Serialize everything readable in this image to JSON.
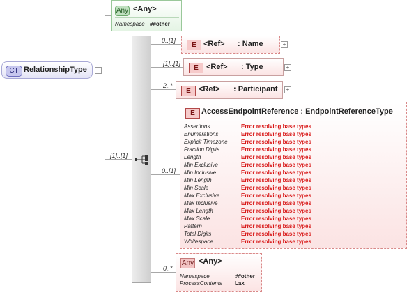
{
  "complex_type": {
    "badge": "CT",
    "name": "RelationshipType"
  },
  "any_top": {
    "badge": "Any",
    "title": "<Any>",
    "namespace_label": "Namespace",
    "namespace_value": "##other"
  },
  "sequence": {
    "cardinality": "[1]..[1]"
  },
  "elements": [
    {
      "badge": "E",
      "ref": "<Ref>",
      "name": ": Name",
      "cardinality": "0..[1]"
    },
    {
      "badge": "E",
      "ref": "<Ref>",
      "name": ": Type",
      "cardinality": "[1]..[1]"
    },
    {
      "badge": "E",
      "ref": "<Ref>",
      "name": ": Participant",
      "cardinality": "2..*"
    }
  ],
  "access_endpoint": {
    "badge": "E",
    "title": "AccessEndpointReference : EndpointReferenceType",
    "cardinality": "0..[1]",
    "facets": [
      {
        "name": "Assertions",
        "value": "Error resolving base types"
      },
      {
        "name": "Enumerations",
        "value": "Error resolving base types"
      },
      {
        "name": "Explicit Timezone",
        "value": "Error resolving base types"
      },
      {
        "name": "Fraction Digits",
        "value": "Error resolving base types"
      },
      {
        "name": "Length",
        "value": "Error resolving base types"
      },
      {
        "name": "Min Exclusive",
        "value": "Error resolving base types"
      },
      {
        "name": "Min Inclusive",
        "value": "Error resolving base types"
      },
      {
        "name": "Min Length",
        "value": "Error resolving base types"
      },
      {
        "name": "Min Scale",
        "value": "Error resolving base types"
      },
      {
        "name": "Max Exclusive",
        "value": "Error resolving base types"
      },
      {
        "name": "Max Inclusive",
        "value": "Error resolving base types"
      },
      {
        "name": "Max Length",
        "value": "Error resolving base types"
      },
      {
        "name": "Max Scale",
        "value": "Error resolving base types"
      },
      {
        "name": "Pattern",
        "value": "Error resolving base types"
      },
      {
        "name": "Total Digits",
        "value": "Error resolving base types"
      },
      {
        "name": "Whitespace",
        "value": "Error resolving base types"
      }
    ]
  },
  "any_bottom": {
    "badge": "Any",
    "title": "<Any>",
    "cardinality": "0..*",
    "namespace_label": "Namespace",
    "namespace_value": "##other",
    "process_label": "ProcessContents",
    "process_value": "Lax"
  }
}
